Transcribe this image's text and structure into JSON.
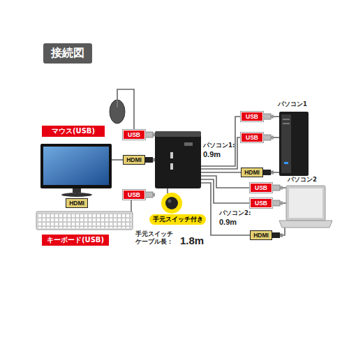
{
  "diagram": {
    "title": "接続図",
    "nodes": [
      {
        "text": [
          "マウス(USB)"
        ]
      },
      {
        "text": [
          "USB"
        ]
      },
      {
        "text": [
          "HDMI"
        ]
      },
      {
        "text": [
          "HDMI"
        ]
      },
      {
        "text": [
          "USB"
        ]
      },
      {
        "text": [
          "キーボード(USB)"
        ]
      },
      {
        "text": [
          "手元スイッチ付き"
        ]
      },
      {
        "text": [
          "USB"
        ]
      },
      {
        "text": [
          "USB"
        ]
      },
      {
        "text": [
          "HDMI"
        ]
      },
      {
        "text": [
          "USB"
        ]
      },
      {
        "text": [
          "USB"
        ]
      },
      {
        "text": [
          "HDMI"
        ]
      }
    ],
    "labels": [
      "パソコン1",
      "パソコン1:",
      "0.9m",
      "パソコン2",
      "パソコン2:",
      "0.9m",
      "手元スイッチ ケーブル長：",
      "1.8m"
    ]
  }
}
